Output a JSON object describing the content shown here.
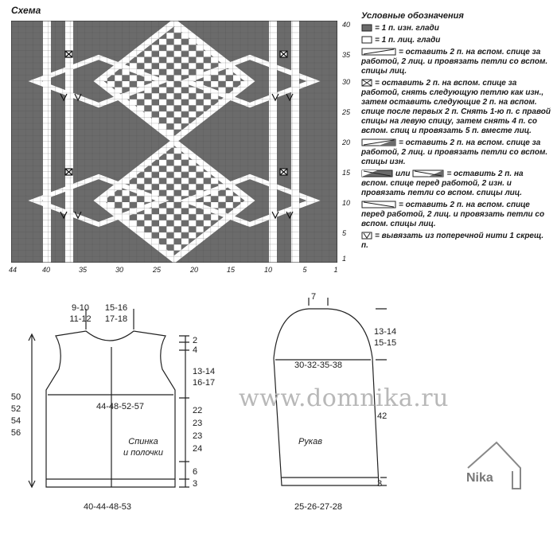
{
  "chart": {
    "title": "Схема",
    "row_labels": [
      "1",
      "5",
      "10",
      "15",
      "20",
      "25",
      "30",
      "35",
      "40"
    ],
    "col_labels": [
      "44",
      "40",
      "35",
      "30",
      "25",
      "20",
      "15",
      "10",
      "5",
      "1"
    ]
  },
  "legend": {
    "title": "Условные обозначения",
    "items": [
      {
        "symbol": "dark-square-icon",
        "text": "= 1 п. изн. глади"
      },
      {
        "symbol": "white-square-icon",
        "text": "= 1 п. лиц. глади"
      },
      {
        "symbol": "cable-right-wide-icon",
        "text": "= оставить 2 п. на вспом. спице за работой, 2 лиц. и провязать петли со вспом. спицы лиц."
      },
      {
        "symbol": "cross-box-icon",
        "text": "= оставить 2 п. на вспом. спице за работой, снять следующую петлю как изн., затем оставить следующие 2 п. на вспом. спице после первых 2 п. Снять 1-ю п. с правой спицы на левую спицу, затем снять 4 п. со вспом. спиц и провязать 5 п. вместе лиц."
      },
      {
        "symbol": "cable-right-purl-icon",
        "text": "= оставить 2 п. на вспом. спице за работой, 2 лиц. и провязать петли со вспом. спицы изн."
      },
      {
        "symbol": "cable-left-purl-icon",
        "text_or": "или",
        "symbol2": "cable-left-purl-alt-icon",
        "text": "= оставить 2 п. на вспом. спице перед работой, 2 изн. и провязать петли со вспом. спицы лиц."
      },
      {
        "symbol": "cable-left-wide-icon",
        "text": "= оставить 2 п. на вспом. спице перед работой, 2 лиц. и провязать петли со вспом. спицы лиц."
      },
      {
        "symbol": "v-stitch-icon",
        "text": "= вывязать из поперечной нити 1 скрещ. п."
      }
    ]
  },
  "body_pattern": {
    "neck_w": "9-10\n11-12",
    "neck_back": "15-16\n17-18",
    "right_dims": [
      "2",
      "4",
      "13-14\n16-17",
      "22\n23\n23\n24",
      "6",
      "3"
    ],
    "sizes": "50\n52\n54\n56",
    "chest": "44-48-52-57",
    "hem": "40-44-48-53",
    "label": "Спинка\nи полочки"
  },
  "sleeve_pattern": {
    "top": "7",
    "cap_h": "13-14\n15-15",
    "upper": "30-32-35-38",
    "length": "42",
    "cuff": "3",
    "wrist": "25-26-27-28",
    "label": "Рукав"
  },
  "watermark": "www.domnika.ru",
  "brand": "Nika",
  "colors": {
    "dark": "#6b6b6b",
    "light": "#ffffff",
    "grid": "#3a3a3a"
  }
}
